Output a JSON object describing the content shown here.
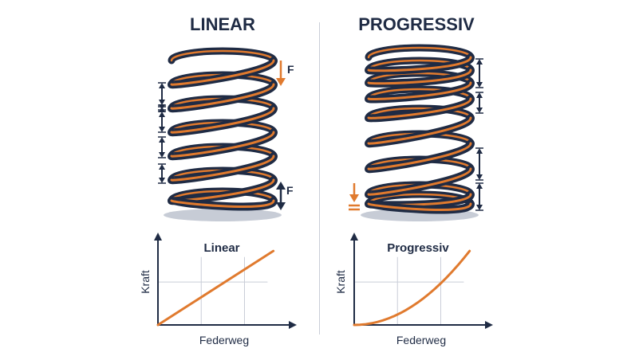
{
  "colors": {
    "coil_dark": "#1f2b44",
    "coil_accent": "#e07a2e",
    "arrow_dark": "#1f2b44",
    "arrow_accent": "#e07a2e",
    "grid": "#c9ced8",
    "divider": "#c9ced8",
    "shadow": "#c7ccd6",
    "text": "#1f2b44"
  },
  "left": {
    "title": "LINEAR",
    "force_label_top": "F",
    "force_label_bottom": "F",
    "chart": {
      "title": "Linear",
      "xlabel": "Federweg",
      "ylabel": "Kraft"
    }
  },
  "right": {
    "title": "PROGRESSIV",
    "chart": {
      "title": "Progressiv",
      "xlabel": "Federweg",
      "ylabel": "Kraft"
    }
  },
  "chart_data": [
    {
      "type": "line",
      "title": "Linear",
      "xlabel": "Federweg",
      "ylabel": "Kraft",
      "x": [
        0,
        1
      ],
      "y": [
        0,
        1
      ],
      "xlim": [
        0,
        1.12
      ],
      "ylim": [
        0,
        1.12
      ],
      "grid": true
    },
    {
      "type": "line",
      "title": "Progressiv",
      "xlabel": "Federweg",
      "ylabel": "Kraft",
      "x": [
        0,
        0.25,
        0.5,
        0.75,
        1
      ],
      "y": [
        0,
        0.06,
        0.25,
        0.56,
        1
      ],
      "xlim": [
        0,
        1.12
      ],
      "ylim": [
        0,
        1.12
      ],
      "grid": true
    }
  ]
}
